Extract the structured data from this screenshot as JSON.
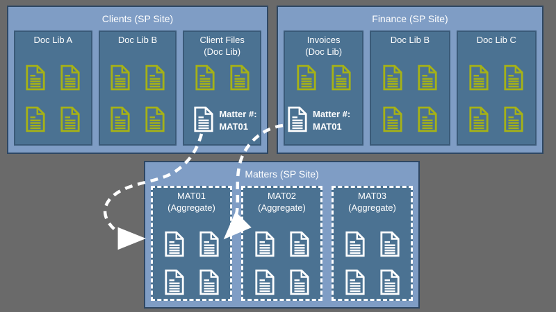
{
  "diagram": {
    "background": "#6a6a6a",
    "colors": {
      "site_fill": "#7f9dc5",
      "site_border": "#2e4763",
      "library_fill": "#4b7292",
      "library_border": "#3a5a78",
      "aggregate_dashed_border": "#ffffff",
      "document_green": "#a6b216",
      "document_white": "#ffffff",
      "title_text": "#ffffff",
      "arrow": "#ffffff"
    },
    "icons": {
      "document_icon": "outline-page-with-folded-corner-and-text-lines",
      "arrowhead_icon": "solid-white-triangle"
    }
  },
  "sites": [
    {
      "title": "Clients (SP Site)",
      "libs": [
        {
          "title": "Doc Lib A"
        },
        {
          "title": "Doc Lib B"
        },
        {
          "title": "Client Files",
          "subtitle": "(Doc Lib)",
          "matter": {
            "line1": "Matter #:",
            "line2": "MAT01"
          }
        }
      ]
    },
    {
      "title": "Finance (SP Site)",
      "libs": [
        {
          "title": "Invoices",
          "subtitle": "(Doc Lib)",
          "matter": {
            "line1": "Matter #:",
            "line2": "MAT01"
          }
        },
        {
          "title": "Doc Lib B"
        },
        {
          "title": "Doc Lib C"
        }
      ]
    },
    {
      "title": "Matters (SP Site)",
      "libs": [
        {
          "title": "MAT01",
          "subtitle": "(Aggregate)"
        },
        {
          "title": "MAT02",
          "subtitle": "(Aggregate)"
        },
        {
          "title": "MAT03",
          "subtitle": "(Aggregate)"
        }
      ]
    }
  ],
  "connections": [
    {
      "from": "client-files-matter-doc",
      "to": "mat01-aggregate"
    },
    {
      "from": "invoices-matter-doc",
      "to": "mat01-aggregate"
    }
  ]
}
